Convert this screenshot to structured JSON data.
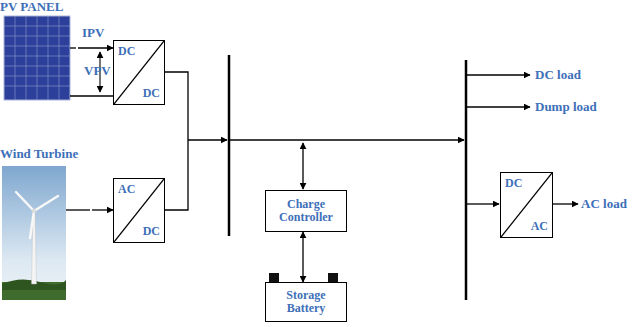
{
  "diagram": {
    "nodes": [
      {
        "text": [
          "PV PANEL"
        ]
      },
      {
        "text": [
          "Wind Turbine"
        ]
      },
      {
        "text": [
          "DC",
          "DC"
        ]
      },
      {
        "text": [
          "AC",
          "DC"
        ]
      },
      {
        "text": [
          "Charge Controller"
        ]
      },
      {
        "text": [
          "Storage Battery"
        ]
      },
      {
        "text": [
          "DC",
          "AC"
        ]
      }
    ],
    "edges": [
      {
        "from": 0,
        "to": 2,
        "arrow": "to"
      },
      {
        "from": 1,
        "to": 3,
        "arrow": "to"
      },
      {
        "from": 4,
        "to": 5,
        "arrow": "both"
      }
    ],
    "labels": [
      "IPV",
      "VPV",
      "DC load",
      "Dump load",
      "AC load"
    ]
  }
}
